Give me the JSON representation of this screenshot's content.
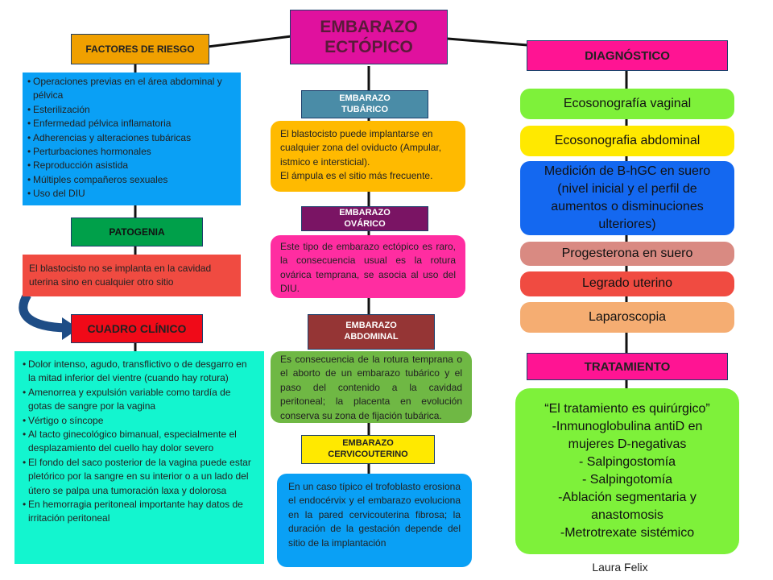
{
  "title": [
    "EMBARAZO",
    "ECTÓPICO"
  ],
  "left": {
    "factores_title": "FACTORES DE RIESGO",
    "factores_items": [
      "Operaciones previas en el área abdominal y pélvica",
      "Esterilización",
      "Enfermedad pélvica inflamatoria",
      "Adherencias y alteraciones tubáricas",
      "Perturbaciones hormonales",
      "Reproducción asistida",
      "Múltiples compañeros sexuales",
      "Uso del DIU"
    ],
    "patogenia_title": "PATOGENIA",
    "patogenia_text": "El blastocisto no se implanta en la cavidad uterina sino en cualquier otro sitio",
    "cuadro_title": "CUADRO CLÍNICO",
    "cuadro_items": [
      "Dolor intenso, agudo, transflictivo o de desgarro  en la mitad inferior del vientre (cuando hay rotura)",
      "Amenorrea y expulsión variable como tardía de gotas de sangre por la vagina",
      "Vértigo o síncope",
      "Al tacto ginecológico bimanual, especialmente el desplazamiento del cuello  hay dolor severo",
      "El fondo del saco posterior de la vagina puede estar pletórico por la sangre en su interior o a un lado del útero se palpa una tumoración laxa y dolorosa",
      "En hemorragia peritoneal importante hay datos de irritación peritoneal"
    ]
  },
  "center": {
    "tubarico_title": [
      "EMBARAZO",
      "TUBÁRICO"
    ],
    "tubarico_text": [
      "El blastocisto puede implantarse en cualquier zona del oviducto (Ampular, istmico e intersticial).",
      "El ámpula es el sitio más frecuente."
    ],
    "ovarico_title": [
      "EMBARAZO",
      "OVÁRICO"
    ],
    "ovarico_text": "Este tipo de embarazo ectópico es raro, la consecuencia usual es la rotura ovárica temprana, se asocia al uso del DIU.",
    "abdominal_title": [
      "EMBARAZO",
      "ABDOMINAL"
    ],
    "abdominal_text": "Es consecuencia de la rotura temprana o el aborto de un embarazo tubárico y el paso del contenido a la cavidad peritoneal; la placenta en evolución conserva su zona de fijación tubárica.",
    "cervico_title": [
      "EMBARAZO",
      "CERVICOUTERINO"
    ],
    "cervico_text": "En un caso típico el trofoblasto erosiona el endocérvix y el embarazo evoluciona en la pared cervicouterina fibrosa; la duración de la gestación depende del sitio de la implantación"
  },
  "right": {
    "diagnostico_title": "DIAGNÓSTICO",
    "diag_items": [
      "Ecosonografía vaginal",
      "Ecosonografia abdominal",
      "Medición de B-hGC en suero (nivel inicial y el perfil de aumentos o disminuciones ulteriores)",
      "Progesterona en suero",
      "Legrado uterino",
      "Laparoscopia"
    ],
    "tratamiento_title": "TRATAMIENTO",
    "tratamiento_lines": [
      "“El tratamiento es quirúrgico”",
      "-Inmunoglobulina antiD en",
      "mujeres D-negativas",
      "- Salpingostomía",
      "- Salpingotomía",
      "-Ablación segmentaria y",
      "anastomosis",
      "-Metrotrexate sistémico"
    ]
  },
  "author": "Laura Felix",
  "colors": {
    "magenta": "#e0119e",
    "orange_hdr": "#f0a000",
    "blue_box": "#0aa0f5",
    "green_hdr": "#00a04a",
    "red_box": "#f04b41",
    "cyan_box": "#13f5cf",
    "teal_hdr": "#4a8ca7",
    "purple_hdr": "#7a1464",
    "brown_hdr": "#953535",
    "yellow": "#ffe900",
    "green_box": "#6fb844",
    "lime": "#7ef13a",
    "pink_box": "#ff2da1"
  }
}
